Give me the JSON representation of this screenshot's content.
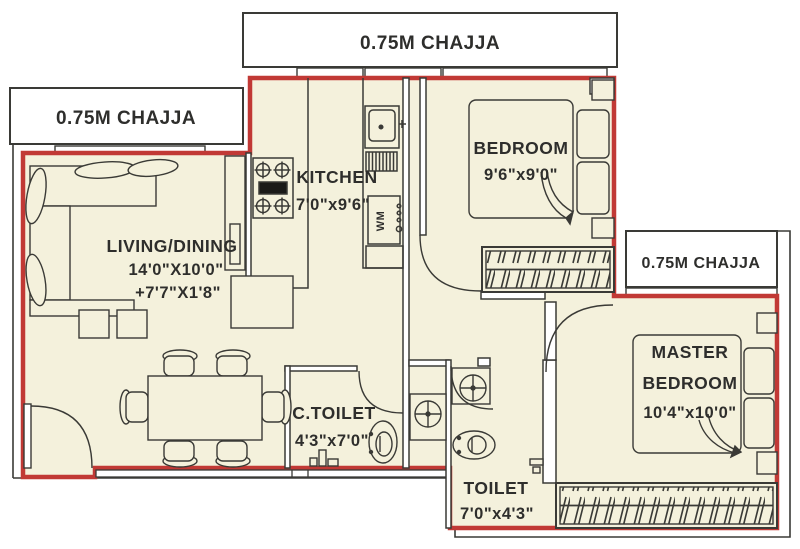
{
  "plan": {
    "title": "2BHK apartment floor plan",
    "chajjas": {
      "top": {
        "label": "0.75M CHAJJA"
      },
      "left": {
        "label": "0.75M CHAJJA"
      },
      "right": {
        "label": "0.75M CHAJJA"
      }
    },
    "rooms": {
      "living_dining": {
        "name": "LIVING/DINING",
        "dim1": "14'0\"X10'0\"",
        "dim2": "+7'7\"X1'8\""
      },
      "kitchen": {
        "name": "KITCHEN",
        "dim": "7'0\"x9'6\""
      },
      "bedroom": {
        "name": "BEDROOM",
        "dim": "9'6\"x9'0\""
      },
      "master_bedroom": {
        "name_line1": "MASTER",
        "name_line2": "BEDROOM",
        "dim": "10'4\"x10'0\""
      },
      "common_toilet": {
        "name": "C.TOILET",
        "dim": "4'3\"x7'0\""
      },
      "toilet": {
        "name": "TOILET",
        "dim": "7'0\"x4'3\""
      }
    },
    "appliances": {
      "washing_machine": "WM"
    },
    "colors": {
      "floor": "#f4f1dc",
      "boundary_red": "#c13935",
      "wall_line": "#3a3a36",
      "text": "#2e2e2c",
      "white": "#ffffff"
    }
  }
}
